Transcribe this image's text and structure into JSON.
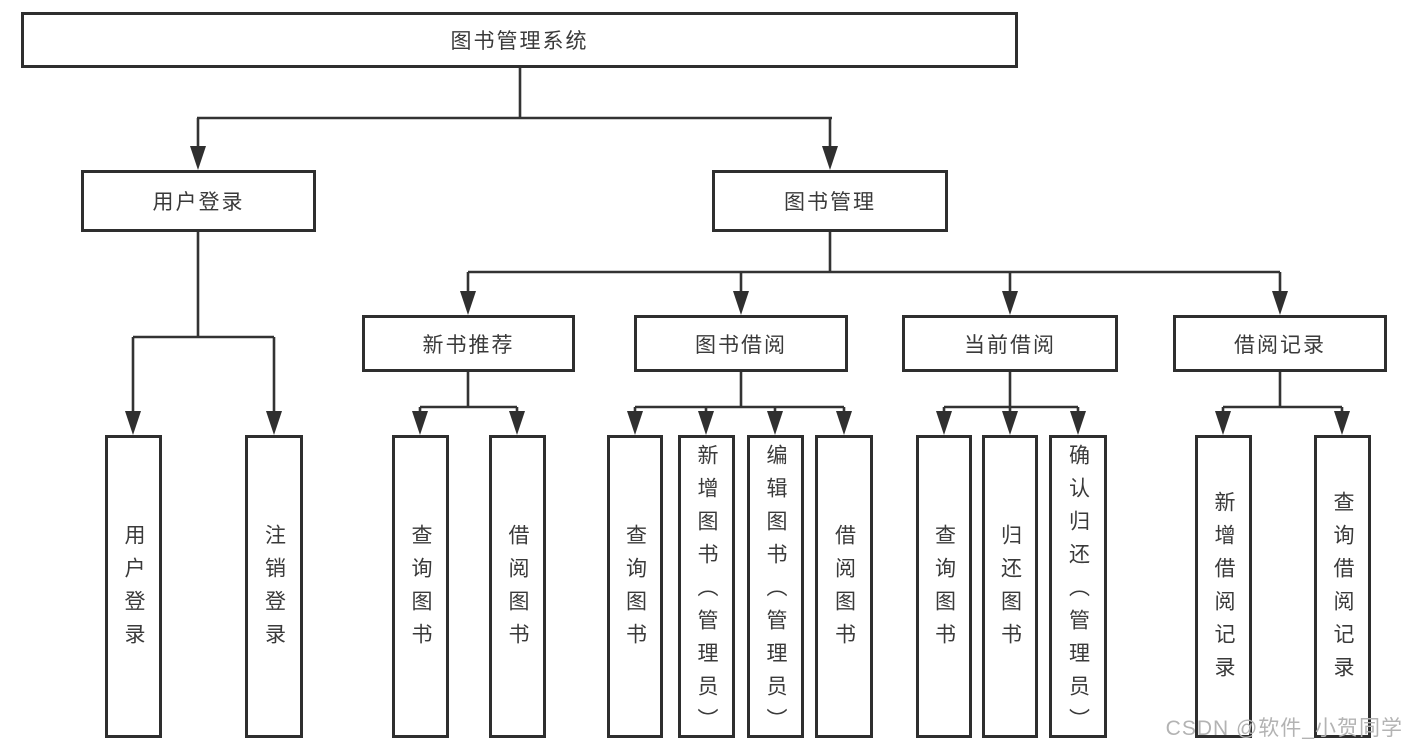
{
  "tree": {
    "root": {
      "label": "图书管理系统",
      "children": [
        {
          "label": "用户登录",
          "children": [
            {
              "label": "用户登录"
            },
            {
              "label": "注销登录"
            }
          ]
        },
        {
          "label": "图书管理",
          "children": [
            {
              "label": "新书推荐",
              "children": [
                {
                  "label": "查询图书"
                },
                {
                  "label": "借阅图书"
                }
              ]
            },
            {
              "label": "图书借阅",
              "children": [
                {
                  "label": "查询图书"
                },
                {
                  "label": "新增图书（管理员）"
                },
                {
                  "label": "编辑图书（管理员）"
                },
                {
                  "label": "借阅图书"
                }
              ]
            },
            {
              "label": "当前借阅",
              "children": [
                {
                  "label": "查询图书"
                },
                {
                  "label": "归还图书"
                },
                {
                  "label": "确认归还（管理员）"
                }
              ]
            },
            {
              "label": "借阅记录",
              "children": [
                {
                  "label": "新增借阅记录"
                },
                {
                  "label": "查询借阅记录"
                }
              ]
            }
          ]
        }
      ]
    }
  },
  "watermark": {
    "text": "CSDN @软件_小贺同学"
  },
  "colors": {
    "line": "#333333",
    "arrow": "#2f2f2f",
    "border": "#2e2e2e",
    "text": "#3a3a3a",
    "background": "#ffffff",
    "watermark": "#b3b3b3"
  }
}
